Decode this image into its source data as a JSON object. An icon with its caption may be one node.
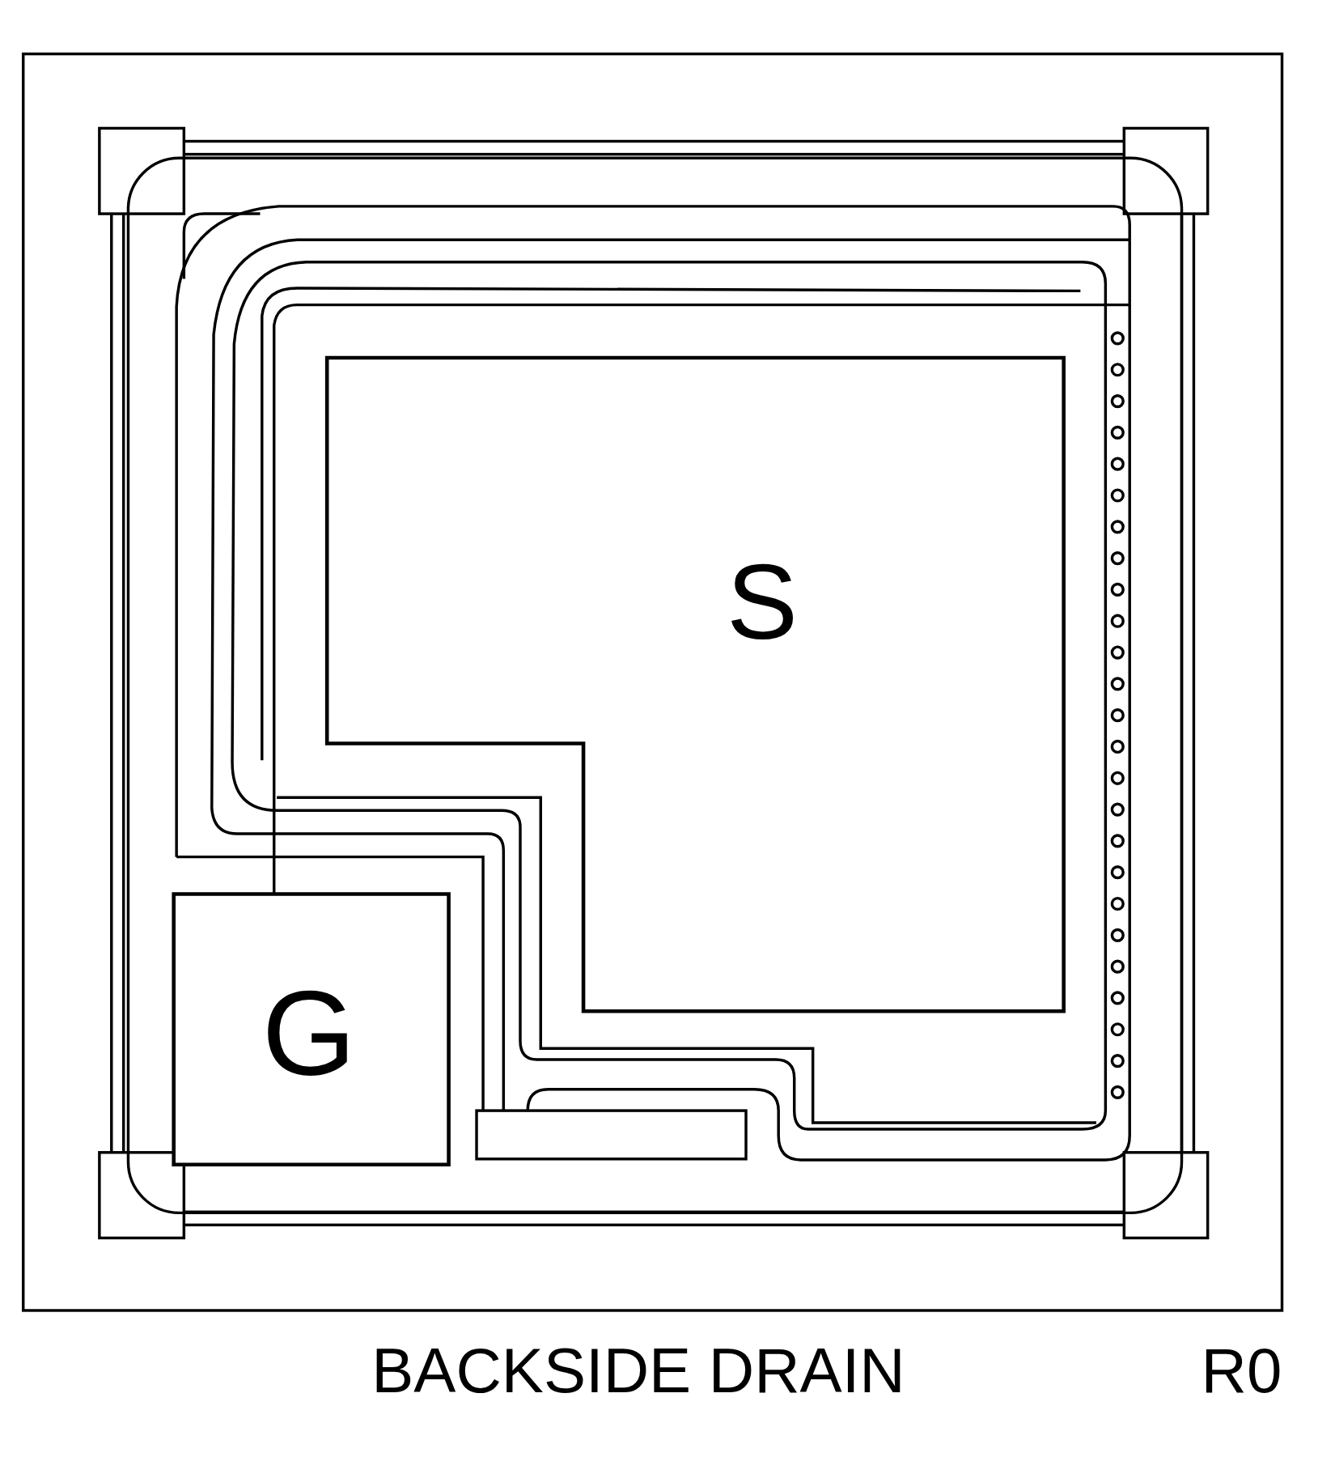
{
  "diagram": {
    "nodes": [
      {
        "text": [
          "S"
        ]
      },
      {
        "text": [
          "G"
        ]
      }
    ],
    "labels": [
      "BACKSIDE DRAIN",
      "R0"
    ]
  }
}
